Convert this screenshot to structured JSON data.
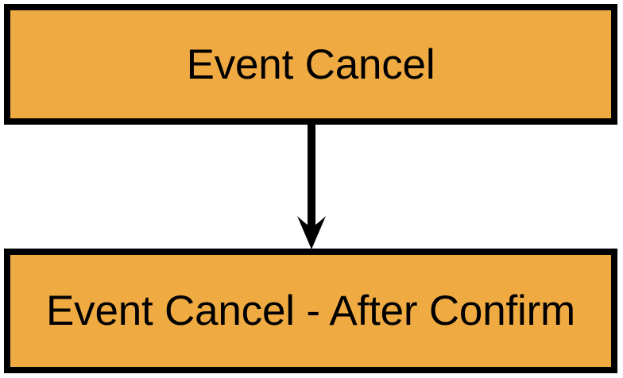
{
  "diagram": {
    "type": "flowchart",
    "orientation": "top-to-bottom",
    "background_color": "#ffffff",
    "node_fill_color": "#efaa42",
    "node_border_color": "#000000",
    "text_color": "#000000",
    "edge_color": "#000000",
    "nodes": [
      {
        "id": "event-cancel",
        "label": "Event Cancel",
        "shape": "rectangle"
      },
      {
        "id": "event-cancel-after-confirm",
        "label": "Event Cancel - After Confirm",
        "shape": "rectangle"
      }
    ],
    "edges": [
      {
        "id": "edge-1",
        "from": "event-cancel",
        "to": "event-cancel-after-confirm",
        "label": "",
        "arrowhead": "filled-barbed",
        "direction": "down"
      }
    ]
  }
}
